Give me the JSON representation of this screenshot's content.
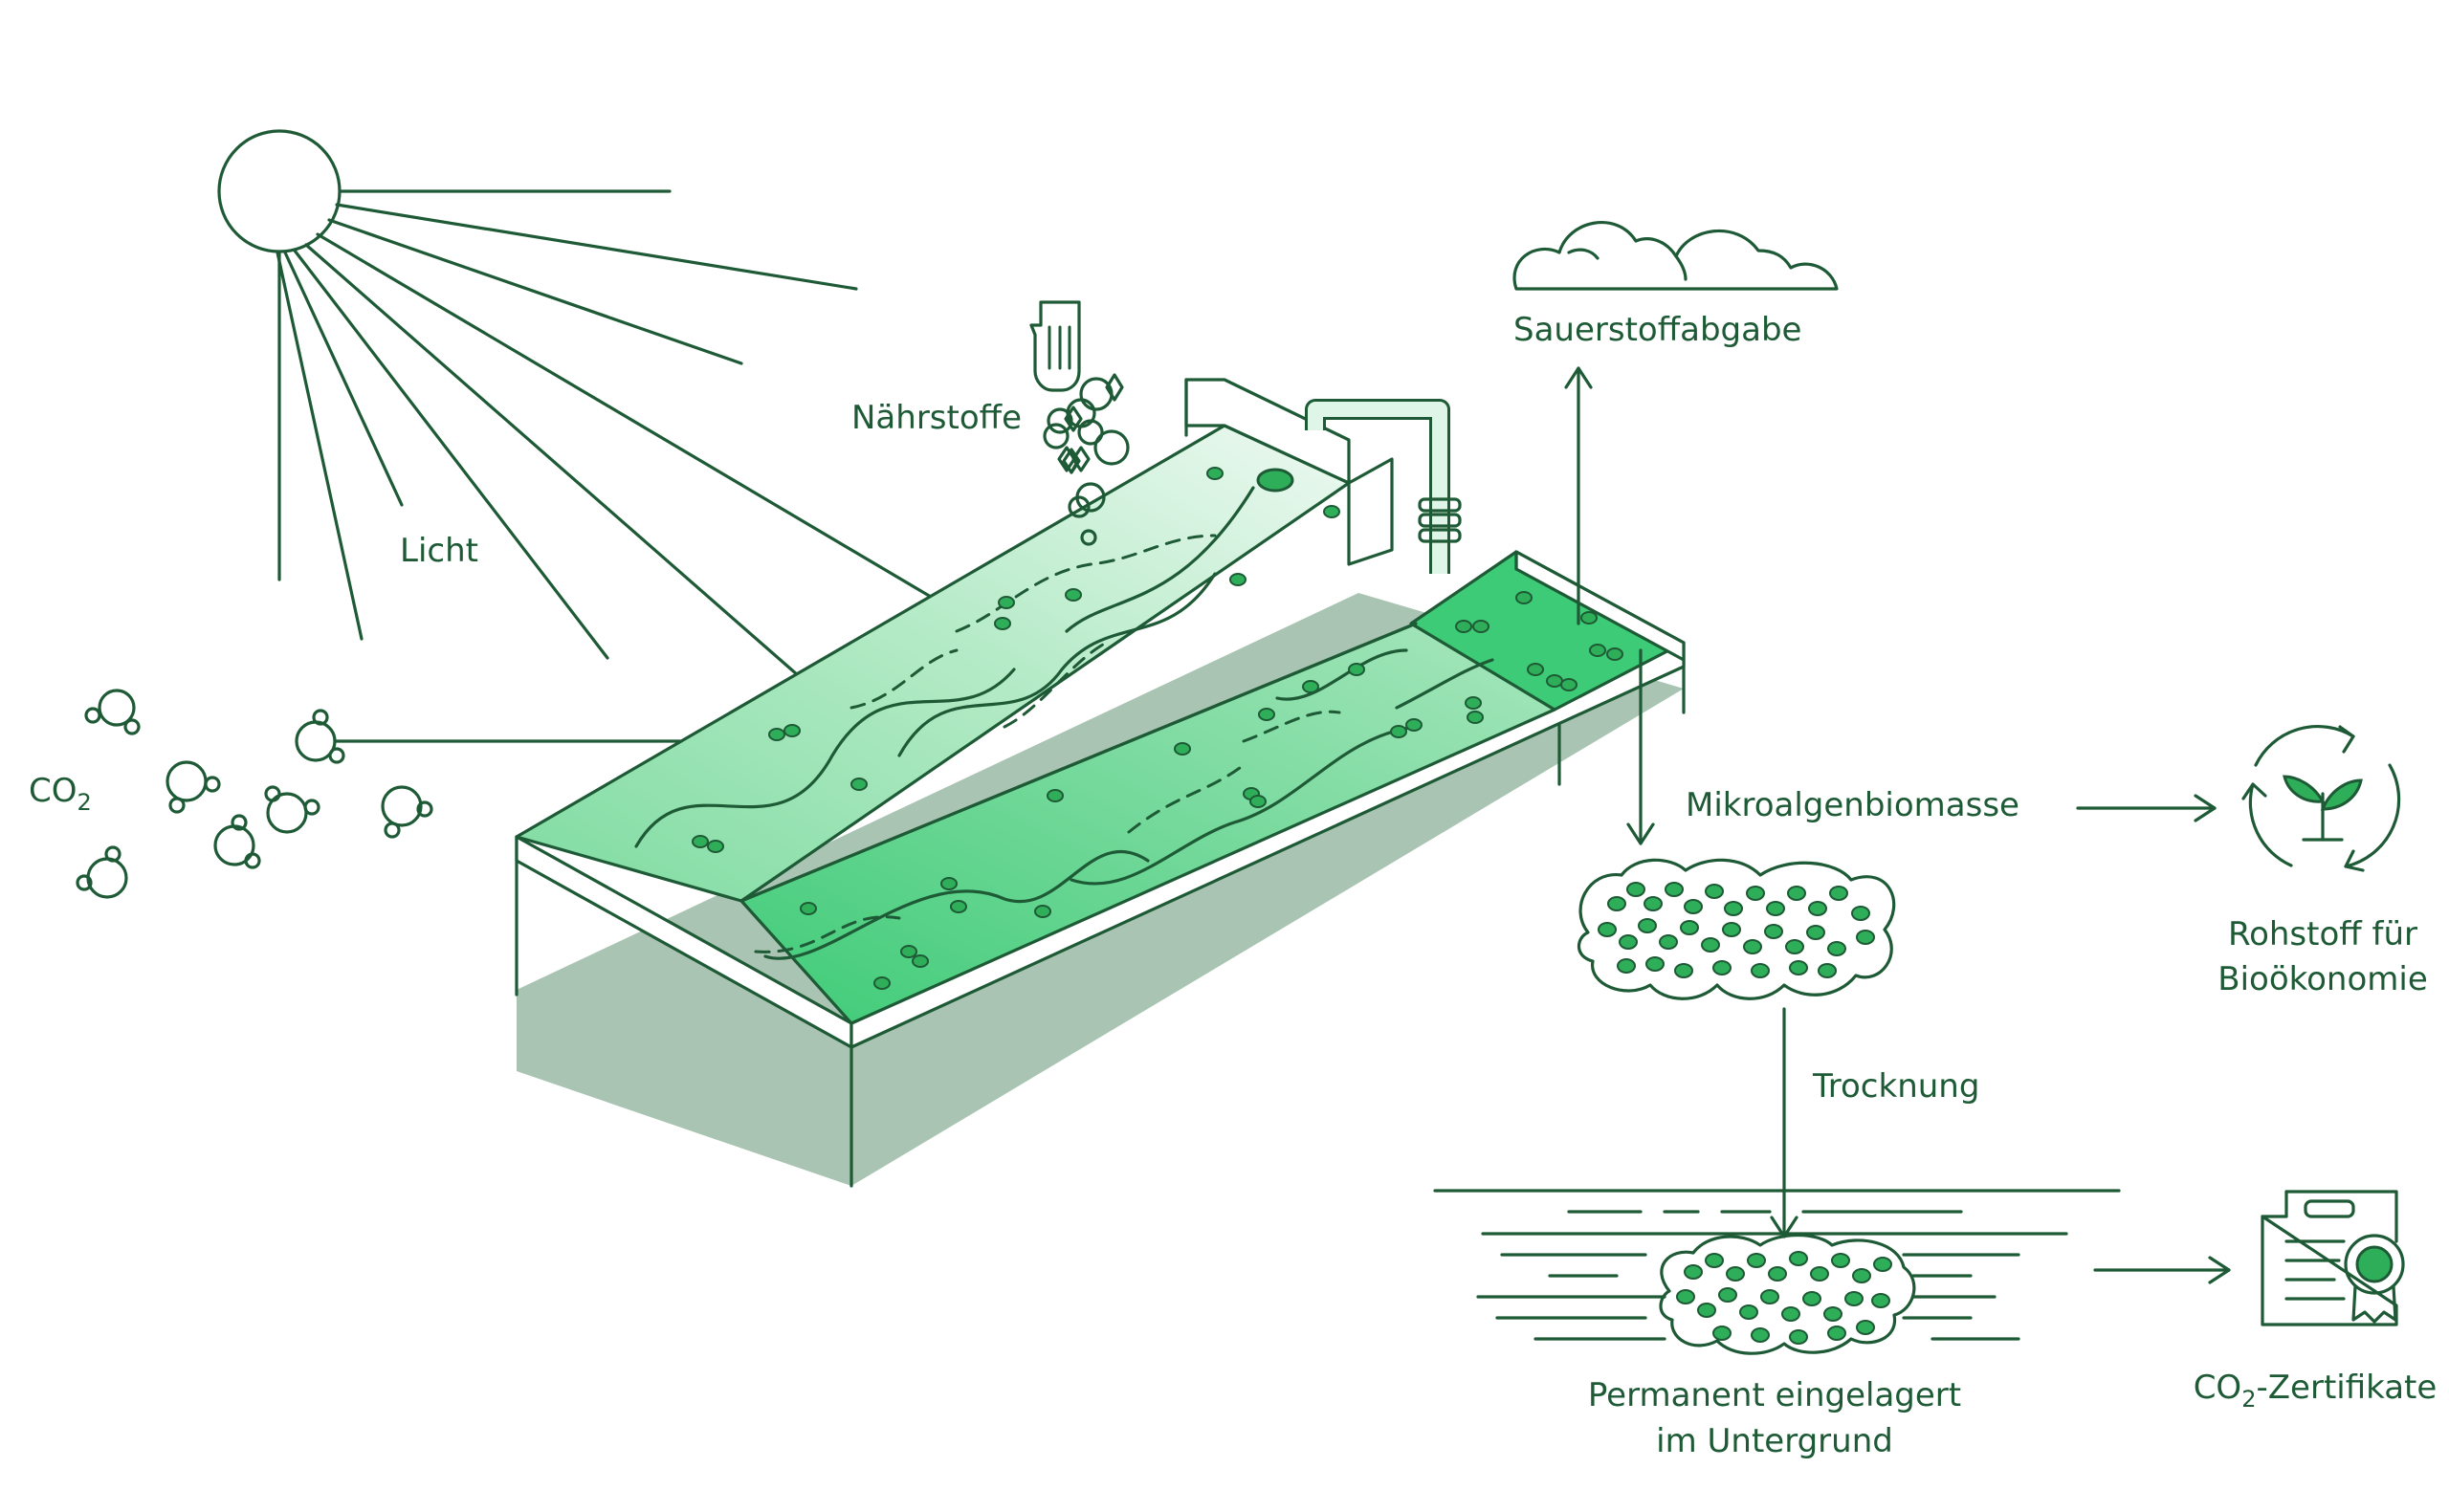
{
  "labels": {
    "light": "Licht",
    "co2": "CO",
    "co2_sub": "2",
    "nutrients": "Nährstoffe",
    "oxygen": "Sauerstoffabgabe",
    "biomass": "Mikroalgenbiomasse",
    "raw_material_line1": "Rohstoff für",
    "raw_material_line2": "Bioökonomie",
    "drying": "Trocknung",
    "stored_line1": "Permanent eingelagert",
    "stored_line2": "im Untergrund",
    "certificates_prefix": "CO",
    "certificates_sub": "2",
    "certificates_suffix": "-Zertifikate"
  },
  "colors": {
    "line": "#1d5a35",
    "water_light": "#eaf8ef",
    "water_mid": "#9fe0b6",
    "water_deep": "#3ecb77",
    "algae": "#2fae5a",
    "shadow": "#a9c4b2"
  },
  "icons": [
    "sun-icon",
    "co2-molecule-icon",
    "hand-icon",
    "cloud-icon",
    "sprout-recycle-icon",
    "certificate-icon"
  ]
}
